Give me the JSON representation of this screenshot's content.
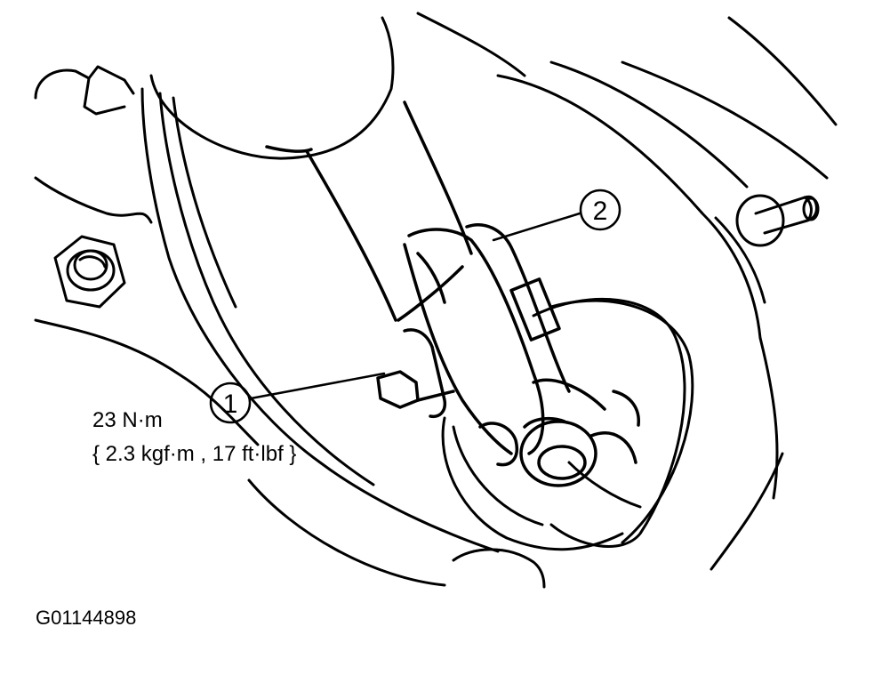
{
  "callouts": [
    {
      "number": "1"
    },
    {
      "number": "2"
    }
  ],
  "torque_spec": {
    "line1": "23 N·m",
    "line2": "{ 2.3 kgf·m , 17 ft·lbf }"
  },
  "figure_id": "G01144898",
  "colors": {
    "ink": "#000000",
    "paper": "#ffffff"
  }
}
